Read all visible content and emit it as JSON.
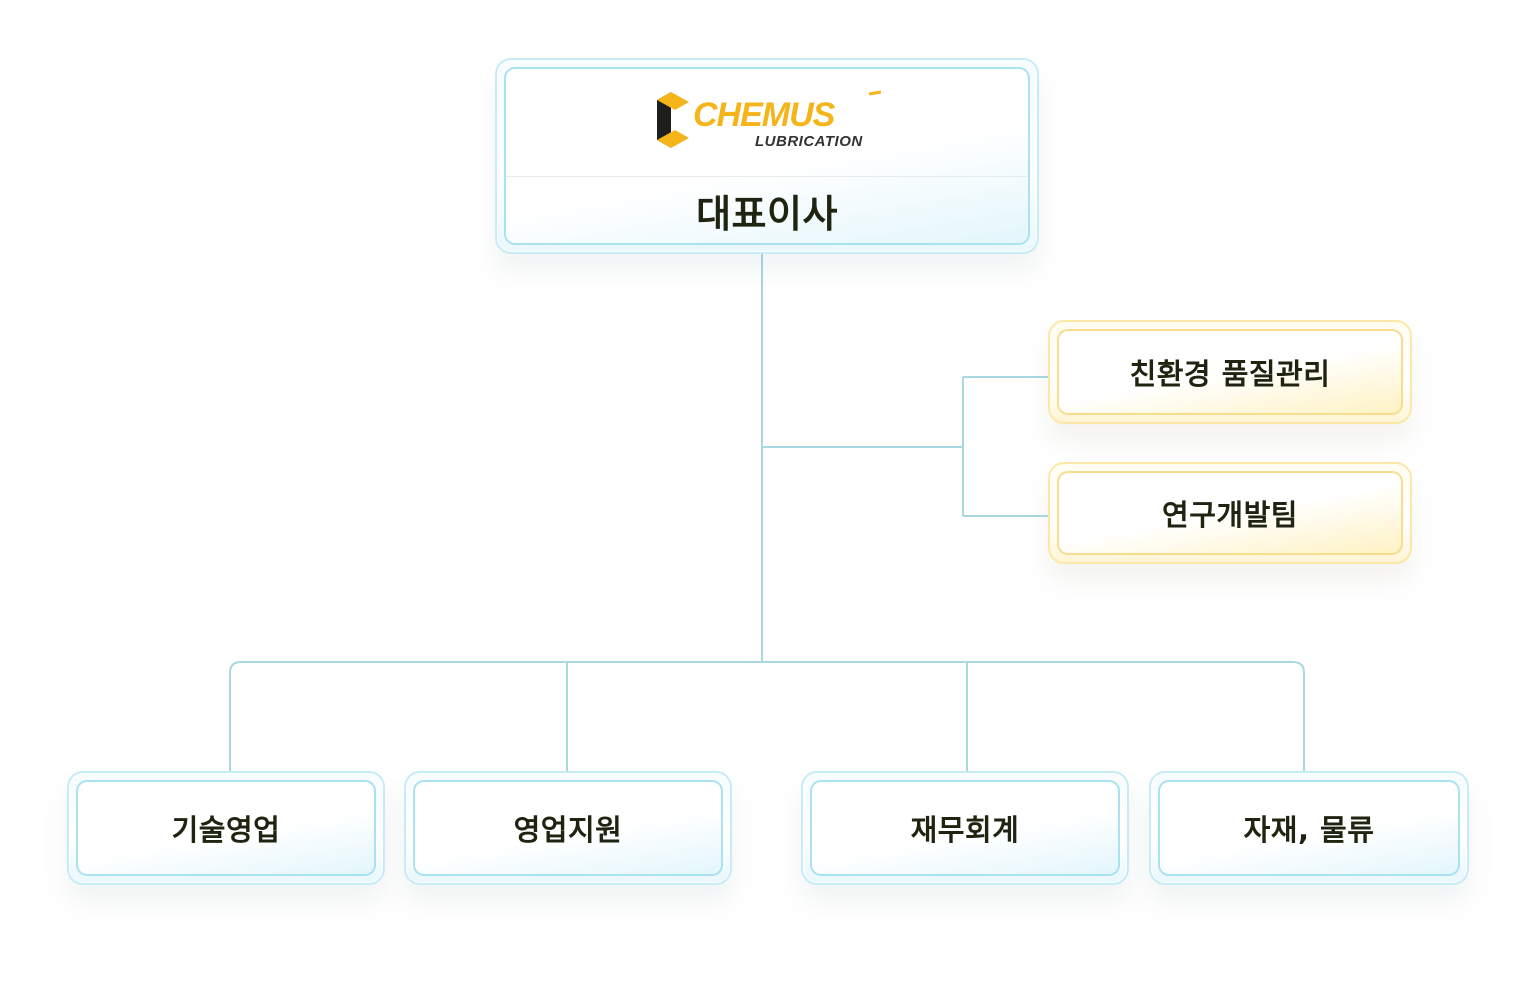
{
  "ceo": {
    "logo": {
      "brand": "CHEMUS",
      "subtitle": "LUBRICATION",
      "brand_color": "#f5b51a",
      "mark_dark_color": "#1d1d1b",
      "mark_gold_color": "#f5b51a"
    },
    "title": "대표이사"
  },
  "staff": [
    {
      "label": "친환경 품질관리"
    },
    {
      "label": "연구개발팀"
    }
  ],
  "departments": [
    {
      "label": "기술영업"
    },
    {
      "label": "영업지원"
    },
    {
      "label": "재무회계"
    },
    {
      "label": "자재, 물류"
    }
  ],
  "colors": {
    "connector": "#a8d8e2",
    "text": "#1e2410",
    "blue_border": "#a9e2f1",
    "gold_border": "#f7dd8c"
  }
}
